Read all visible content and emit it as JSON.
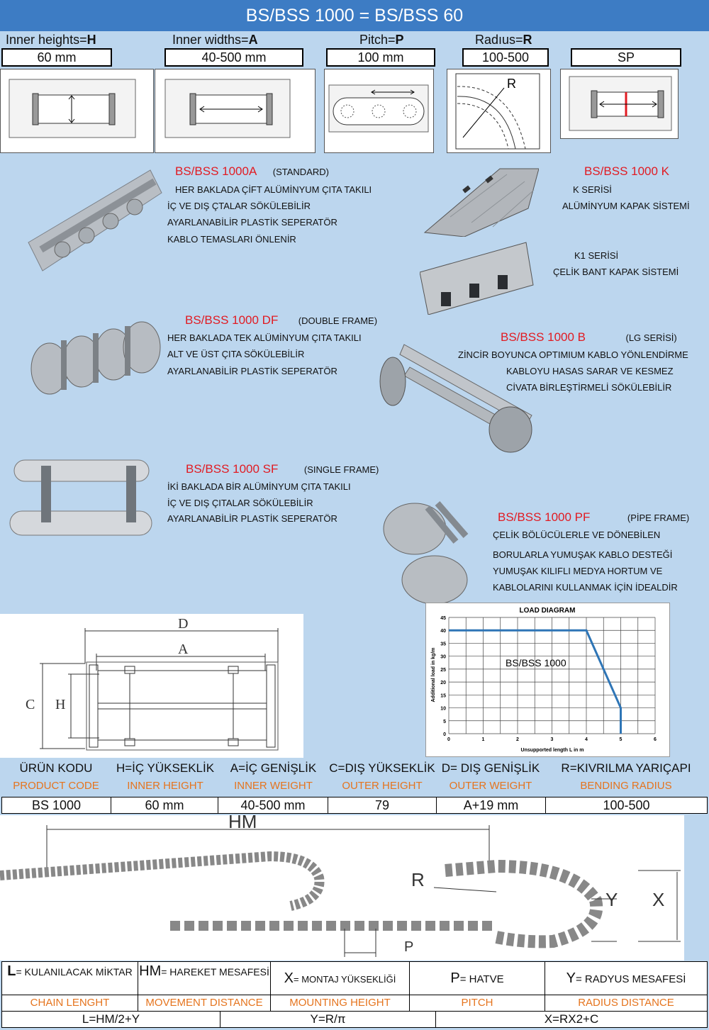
{
  "title": {
    "left": "BS/BSS 1000 = ",
    "right": "BS/BSS 60"
  },
  "header": {
    "labels": [
      {
        "text": "Inner heights=",
        "key": "H"
      },
      {
        "text": "Inner widths=",
        "key": "A"
      },
      {
        "text": "Pitch=",
        "key": "P"
      },
      {
        "text": "Radıus=",
        "key": "R"
      }
    ],
    "values": [
      "60 mm",
      "40-500 mm",
      "100 mm",
      "100-500",
      "SP"
    ],
    "radius_letter": "R"
  },
  "products": [
    {
      "name": "BS/BSS 1000A",
      "tag": "(STANDARD)",
      "lines": [
        "HER BAKLADA ÇİFT ALÜMİNYUM ÇITA TAKILI",
        "İÇ VE DIŞ ÇTALAR SÖKÜLEBİLİR",
        "AYARLANABİLİR PLASTİK SEPERATÖR",
        "KABLO TEMASLARI ÖNLENİR"
      ]
    },
    {
      "name": "BS/BSS 1000  K",
      "tag": "",
      "lines": [
        "K SERİSİ",
        "ALÜMİNYUM KAPAK SİSTEMİ",
        "K1 SERİSİ",
        "ÇELİK BANT KAPAK SİSTEMİ"
      ]
    },
    {
      "name": "BS/BSS 1000 DF",
      "tag": "(DOUBLE FRAME)",
      "lines": [
        "HER BAKLADA TEK ALÜMİNYUM ÇITA TAKILI",
        "ALT VE ÜST ÇITA SÖKÜLEBİLİR",
        "AYARLANABİLİR PLASTİK SEPERATÖR"
      ]
    },
    {
      "name": "BS/BSS 1000 B",
      "tag": "(LG SERİSİ)",
      "lines": [
        "ZİNCİR BOYUNCA OPTIMIUM KABLO YÖNLENDİRME",
        "KABLOYU HASAS SARAR VE KESMEZ",
        "CİVATA BİRLEŞTİRMELİ SÖKÜLEBİLİR"
      ]
    },
    {
      "name": "BS/BSS 1000 SF",
      "tag": "(SINGLE FRAME)",
      "lines": [
        "İKİ BAKLADA BİR ALÜMİNYUM ÇITA TAKILI",
        "İÇ VE DIŞ ÇITALAR SÖKÜLEBİLİR",
        "AYARLANABİLİR PLASTİK SEPERATÖR"
      ]
    },
    {
      "name": "BS/BSS 1000 PF",
      "tag": "(PİPE FRAME)",
      "lines": [
        "ÇELİK BÖLÜCÜLERLE VE DÖNEBİLEN",
        "BORULARLA YUMUŞAK KABLO DESTEĞİ",
        "YUMUŞAK KILIFLI MEDYA HORTUM VE",
        "KABLOLARINI KULLANMAK İÇİN İDEALDİR"
      ]
    }
  ],
  "dimension_labels": {
    "d": "D",
    "a": "A",
    "c": "C",
    "h": "H"
  },
  "chart_data": {
    "type": "line",
    "title": "LOAD DIAGRAM",
    "xlabel": "Unsupported length L in m",
    "ylabel": "Additional load  in kg/m",
    "xlim": [
      0,
      6
    ],
    "ylim": [
      0,
      45
    ],
    "xticks": [
      "0",
      "1",
      "2",
      "3",
      "4",
      "5",
      "6"
    ],
    "yticks": [
      "0",
      "5",
      "10",
      "15",
      "20",
      "25",
      "30",
      "35",
      "40",
      "45"
    ],
    "annotation": "BS/BSS 1000",
    "grid": true,
    "color": "#2e75b6",
    "series": [
      {
        "x": [
          0,
          4,
          5,
          5
        ],
        "y": [
          40,
          40,
          10,
          0
        ]
      }
    ]
  },
  "spec": {
    "headers": [
      "ÜRÜN KODU",
      "H=İÇ YÜKSEKLİK",
      "A=İÇ GENİŞLİK",
      "C=DIŞ YÜKSEKLİK",
      "D= DIŞ GENİŞLİK",
      "R=KIVRILMA YARIÇAPI"
    ],
    "subheaders": [
      "PRODUCT CODE",
      "INNER HEIGHT",
      "INNER WEIGHT",
      "OUTER HEIGHT",
      "OUTER WEIGHT",
      "BENDING RADIUS"
    ],
    "values": [
      "BS 1000",
      "60 mm",
      "40-500 mm",
      "79",
      "A+19 mm",
      "100-500"
    ]
  },
  "diagram_labels": {
    "hm": "HM",
    "r": "R",
    "y": "Y",
    "x": "X",
    "p": "P"
  },
  "legend": {
    "items": [
      {
        "big": "L",
        "small": "= KULANILACAK MİKTAR",
        "en": "CHAIN LENGHT"
      },
      {
        "big": "HM",
        "small": "= HAREKET MESAFESİ",
        "en": "MOVEMENT DISTANCE"
      },
      {
        "big": "X",
        "small": "= MONTAJ YÜKSEKLİĞİ",
        "en": "MOUNTING HEIGHT"
      },
      {
        "big": "P",
        "small": "= HATVE",
        "en": "PITCH"
      },
      {
        "big": "Y",
        "small": "= RADYUS MESAFESİ",
        "en": "RADIUS DISTANCE"
      }
    ],
    "formulas": [
      "L=HM/2+Y",
      "Y=R/π",
      "X=RX2+C"
    ]
  }
}
